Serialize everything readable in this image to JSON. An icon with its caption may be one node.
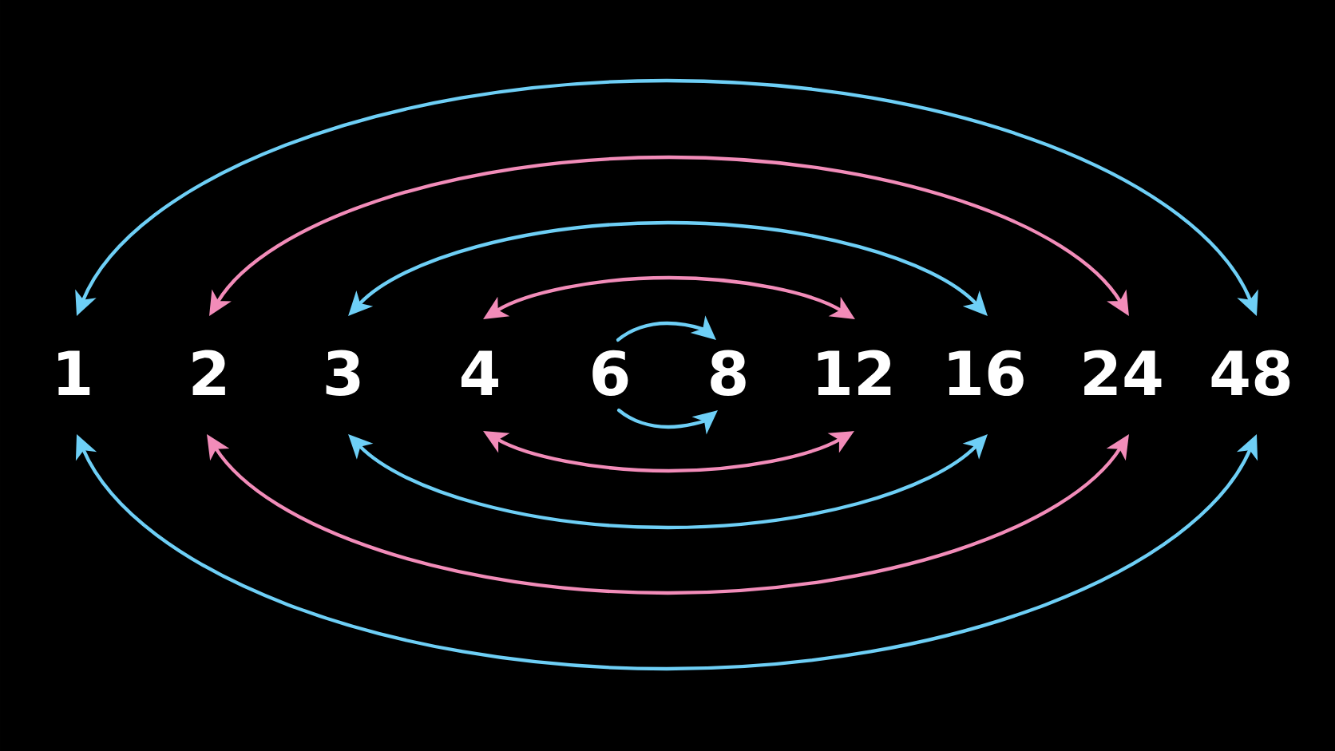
{
  "diagram": {
    "nodes": [
      {
        "text": [
          "1"
        ]
      },
      {
        "text": [
          "2"
        ]
      },
      {
        "text": [
          "3"
        ]
      },
      {
        "text": [
          "4"
        ]
      },
      {
        "text": [
          "6"
        ]
      },
      {
        "text": [
          "8"
        ]
      },
      {
        "text": [
          "12"
        ]
      },
      {
        "text": [
          "16"
        ]
      },
      {
        "text": [
          "24"
        ]
      },
      {
        "text": [
          "48"
        ]
      }
    ],
    "edges": [
      {
        "from": 0,
        "to": 9,
        "arrow": "both"
      },
      {
        "from": 1,
        "to": 8,
        "arrow": "both",
        "color": "#f28cb9"
      },
      {
        "from": 2,
        "to": 7,
        "arrow": "both"
      },
      {
        "from": 3,
        "to": 6,
        "arrow": "both",
        "color": "#f28cb9"
      },
      {
        "from": 4,
        "to": 5,
        "arrow": "to"
      },
      {
        "from": 0,
        "to": 9,
        "arrow": "both"
      },
      {
        "from": 1,
        "to": 8,
        "arrow": "both",
        "color": "#f28cb9"
      },
      {
        "from": 2,
        "to": 7,
        "arrow": "both"
      },
      {
        "from": 3,
        "to": 6,
        "arrow": "both",
        "color": "#f28cb9"
      },
      {
        "from": 4,
        "to": 5,
        "arrow": "to"
      }
    ]
  }
}
